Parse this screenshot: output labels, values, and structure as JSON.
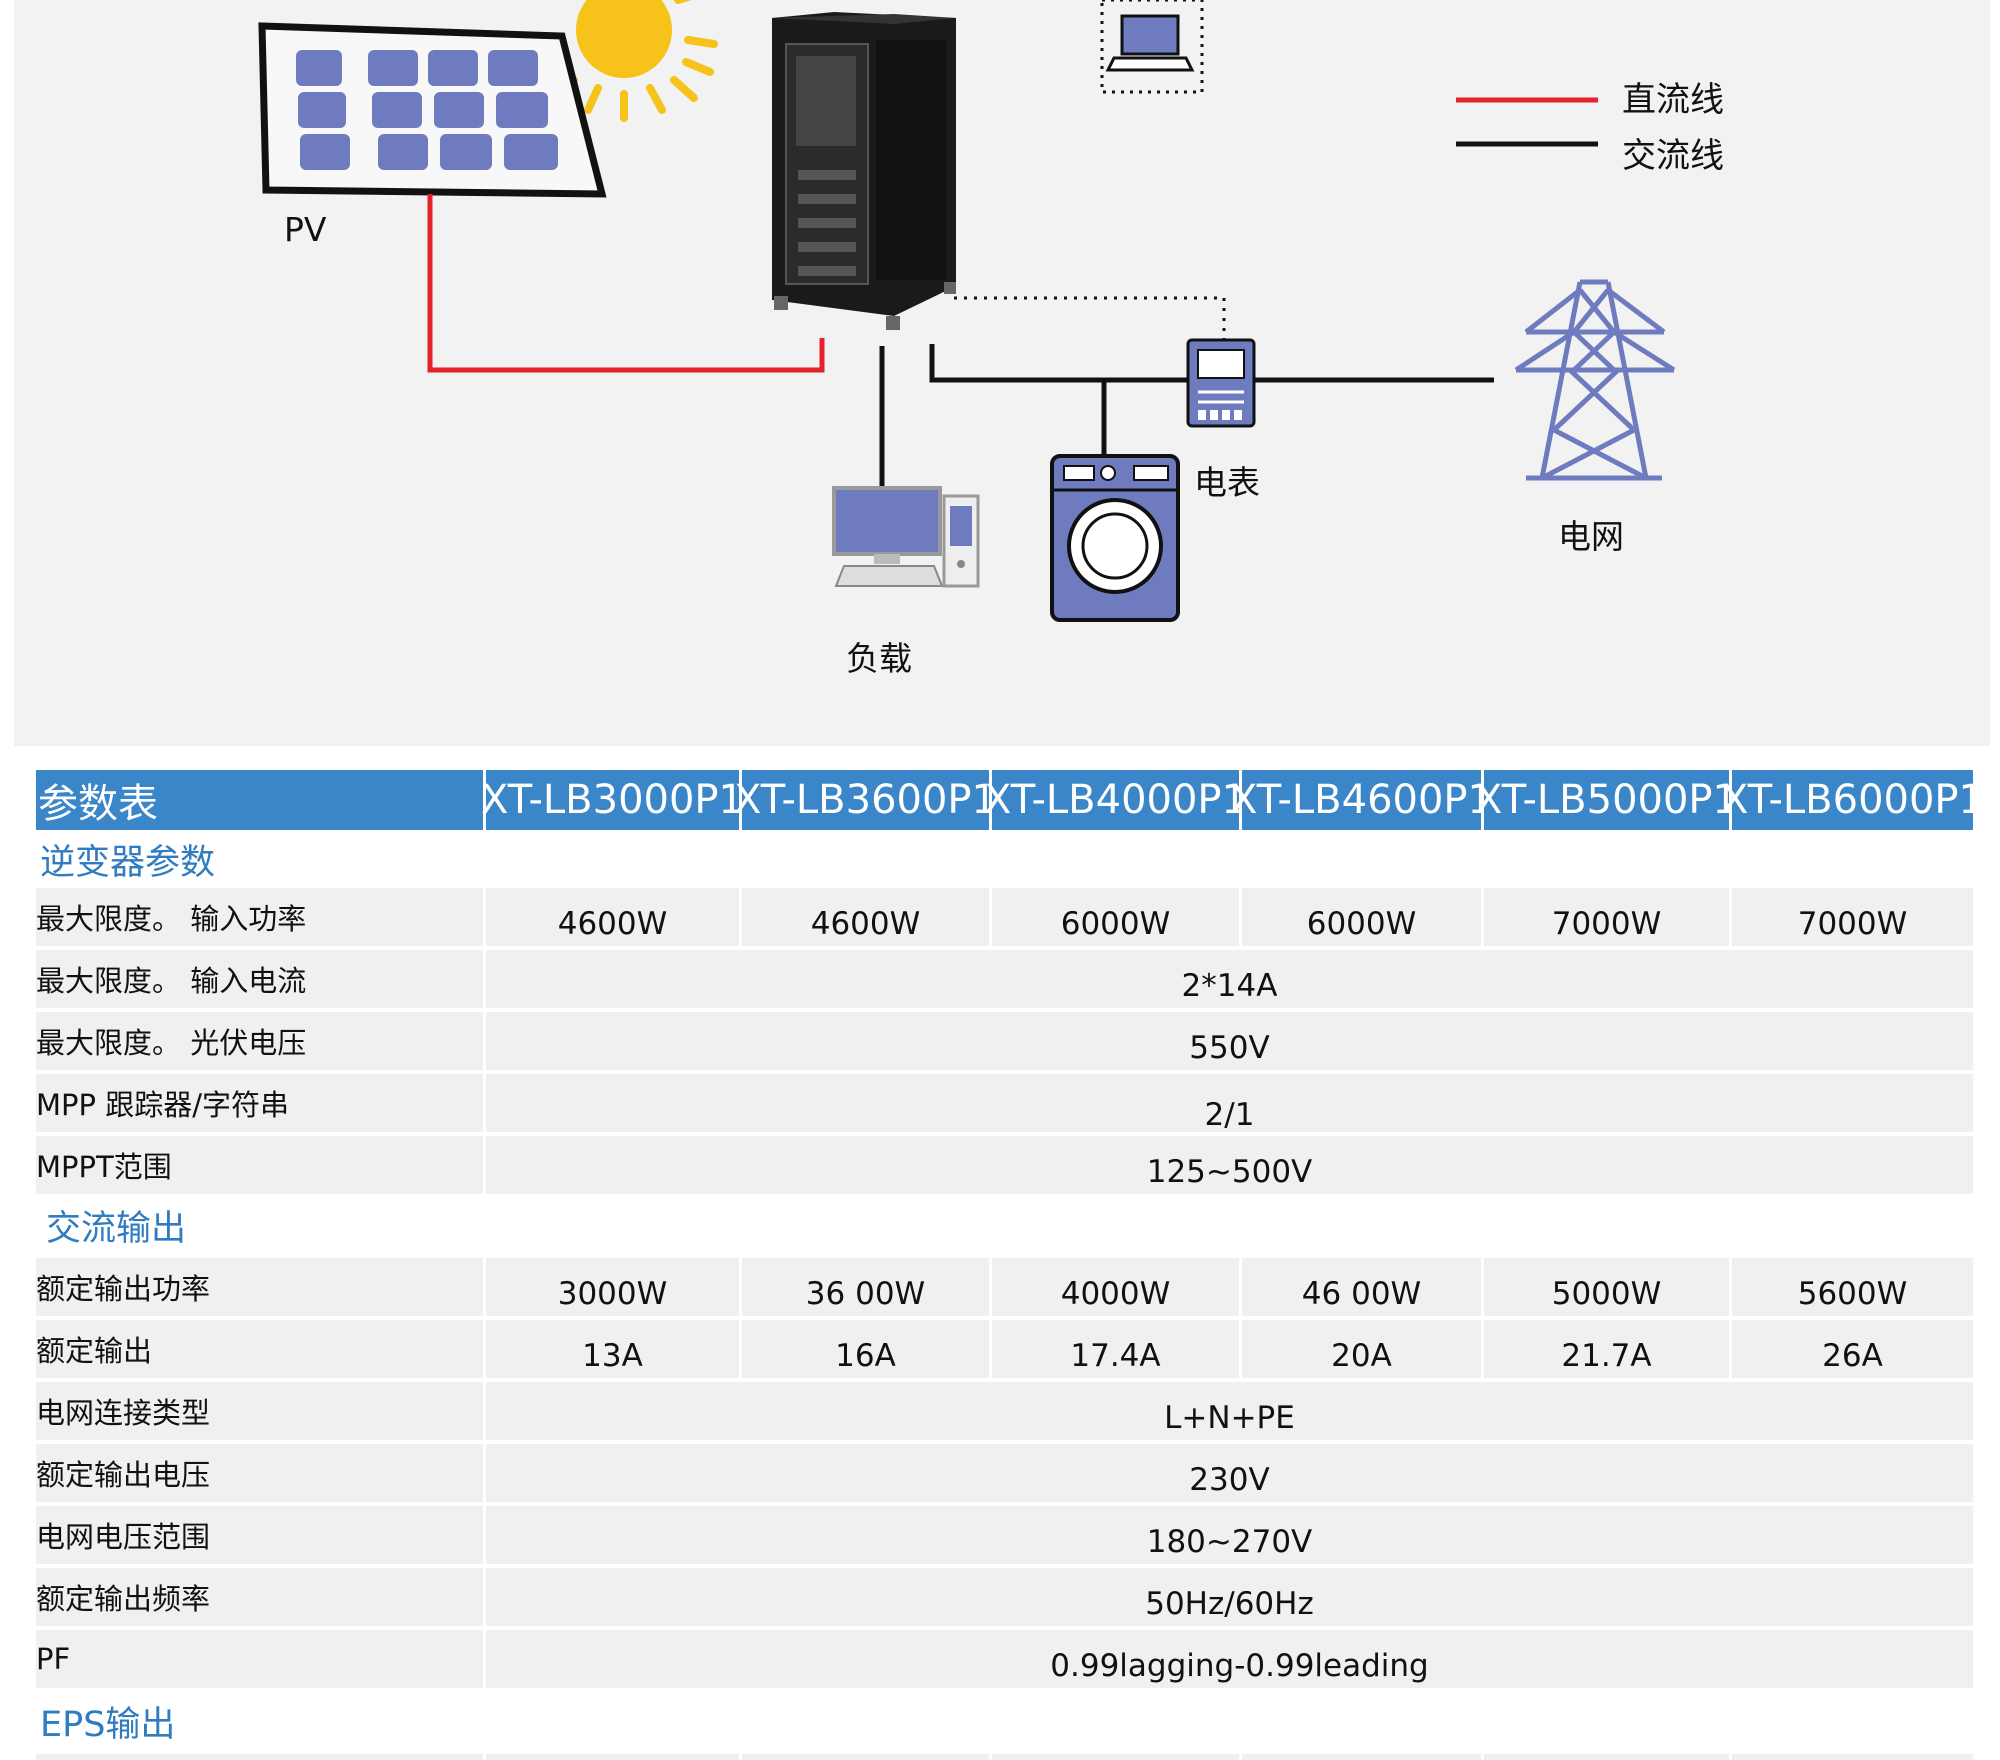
{
  "diagram": {
    "pv_label": "PV",
    "load_label": "负载",
    "meter_label": "电表",
    "grid_label": "电网",
    "legend": [
      {
        "label": "直流线",
        "color": "#e3222b"
      },
      {
        "label": "交流线",
        "color": "#111111"
      }
    ],
    "colors": {
      "dc_line": "#e3222b",
      "ac_line": "#111111",
      "device_blue": "#6e7cbf",
      "sun": "#f7c21a"
    }
  },
  "table": {
    "header_label": "参数表",
    "models": [
      "XT-LB3000P1",
      "XT-LB3600P1",
      "XT-LB4000P1",
      "XT-LB4600P1",
      "XT-LB5000P1",
      "XT-LB6000P1"
    ],
    "header_color": "#3a86c8",
    "section_color": "#2f7cc0",
    "sections": [
      {
        "title": "逆变器参数",
        "rows": [
          {
            "label": "最大限度。 输入功率",
            "values": [
              "4600W",
              "4600W",
              "6000W",
              "6000W",
              "7000W",
              "7000W"
            ]
          },
          {
            "label": "最大限度。 输入电流",
            "value": "2*14A"
          },
          {
            "label": "最大限度。 光伏电压",
            "value": "550V"
          },
          {
            "label": "MPP 跟踪器/字符串",
            "value": "2/1"
          },
          {
            "label": "MPPT范围",
            "value": "125~500V"
          }
        ]
      },
      {
        "title": "交流输出",
        "rows": [
          {
            "label": "额定输出功率",
            "values": [
              "3000W",
              "36 00W",
              "4000W",
              "46 00W",
              "5000W",
              "5600W"
            ]
          },
          {
            "label": "额定输出",
            "values": [
              "13A",
              "16A",
              "17.4A",
              "20A",
              "21.7A",
              "26A"
            ]
          },
          {
            "label": "电网连接类型",
            "value": "L+N+PE"
          },
          {
            "label": "额定输出电压",
            "value": "230V"
          },
          {
            "label": "电网电压范围",
            "value": "180~270V"
          },
          {
            "label": "额定输出频率",
            "value": "50Hz/60Hz"
          },
          {
            "label": "PF",
            "value": "0.99lagging-0.99leading"
          }
        ]
      },
      {
        "title": "EPS输出",
        "rows": []
      }
    ]
  }
}
